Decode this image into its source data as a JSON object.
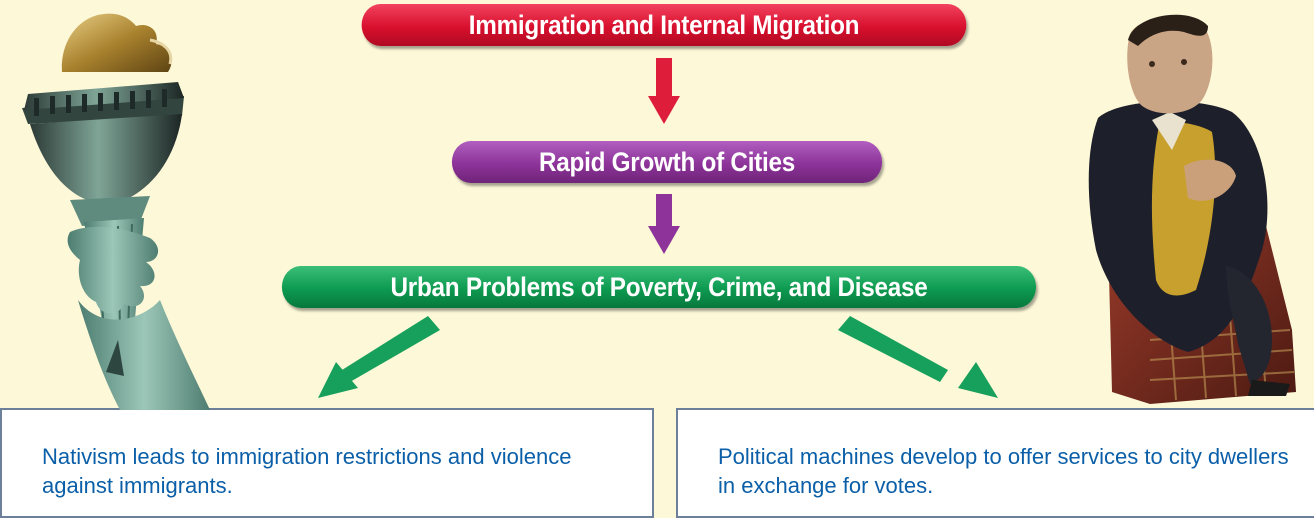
{
  "chain": {
    "step1": "Immigration and Internal Migration",
    "step2": "Rapid Growth of Cities",
    "step3": "Urban Problems of Poverty, Crime, and Disease"
  },
  "outcomes": {
    "left": "Nativism leads to immigration restrictions and violence against immigrants.",
    "right": "Political machines develop to offer services to city dwellers in exchange for votes."
  },
  "images": {
    "left": "statue-of-liberty-torch",
    "right": "seated-politician-cast-iron-bank"
  },
  "colors": {
    "background": "#fdf8d8",
    "step1": "#d8102e",
    "step2": "#8d3399",
    "step3": "#0d9a50",
    "box_text": "#0b5fa8",
    "box_border": "#6e7f9a"
  }
}
